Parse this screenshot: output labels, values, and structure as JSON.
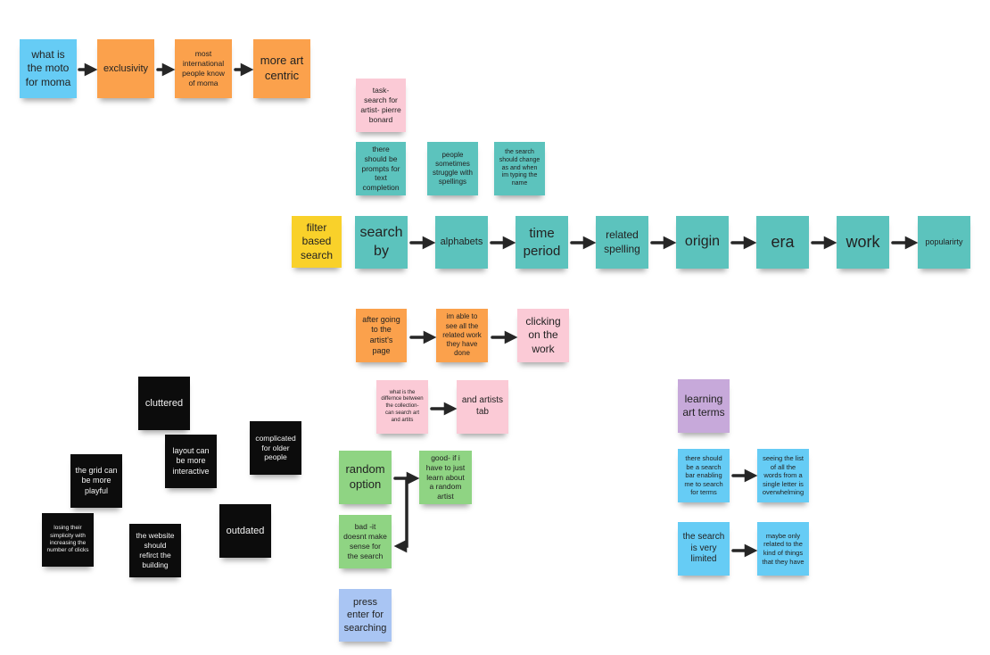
{
  "colors": {
    "blue": "#66ccf5",
    "orange": "#fba14c",
    "pink": "#fbcad6",
    "teal": "#5cc3bd",
    "yellow": "#f9d12a",
    "green": "#8fd483",
    "lavender": "#c7a9da",
    "periwinkle": "#a9c5f3",
    "black": "#0c0c0c",
    "arrow": "#262626"
  },
  "notes": {
    "moto": "what is the moto for moma",
    "exclusivity": "exclusivity",
    "international": "most international people know of moma",
    "art_centric": "more art centric",
    "task": "task- search for artist- pierre bonard",
    "prompts": "there should be prompts for text completion",
    "spellings": "people sometimes struggle with spellings",
    "search_change": "the search should change as and when im typing the name",
    "filter": "filter based search",
    "search_by": "search by",
    "alphabets": "alphabets",
    "time_period": "time period",
    "related_spelling": "related spelling",
    "origin": "origin",
    "era": "era",
    "work": "work",
    "popularity": "popularirty",
    "artist_page": "after going to the artist's page",
    "related_work": "im able to see all the related work they have done",
    "clicking": "clicking on the work",
    "difference": "what is the differnce between the collection- can search art and artits",
    "artists_tab": "and artists tab",
    "learning": "learning art terms",
    "search_bar": "there should be a search bar enabling me to search for terms",
    "list_words": "seeing the list of all the words from a single letter is overwhelming",
    "limited": "the search is very limited",
    "maybe": "maybe only related to the kind of things that they have",
    "random": "random option",
    "good": "good- if i have to just learn about a random artist",
    "bad": "bad -it doesnt make sense for the search",
    "press_enter": "press enter for searching",
    "cluttered": "cluttered",
    "layout": "layout can be more interactive",
    "older": "complicated for older people",
    "grid": "the grid can be more playful",
    "simplicity": "losing their simplicity with increasing the number of clicks",
    "website": "the website should refirct the building",
    "outdated": "outdated"
  }
}
